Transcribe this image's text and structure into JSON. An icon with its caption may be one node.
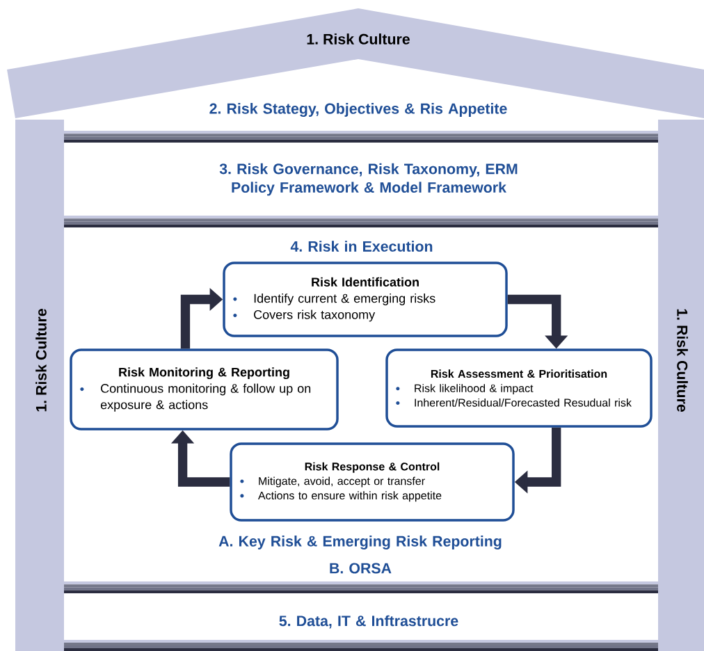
{
  "diagram": {
    "nodes": [
      {
        "text": [
          "1. Risk Culture"
        ]
      },
      {
        "text": [
          "1. Risk Culture"
        ]
      },
      {
        "text": [
          "1. Risk Culture"
        ]
      },
      {
        "text": [
          "Risk Identification",
          "Identify current & emerging risks",
          "Covers risk taxonomy"
        ]
      },
      {
        "text": [
          "Risk Monitoring & Reporting",
          "Continuous monitoring & follow up on exposure & actions"
        ]
      },
      {
        "text": [
          "Risk Assessment & Prioritisation",
          "Risk likelihood & impact",
          "Inherent/Residual/Forecasted Resudual risk"
        ]
      },
      {
        "text": [
          "Risk Response & Control",
          "Mitigate, avoid, accept or transfer",
          "Actions to ensure within risk appetite"
        ]
      }
    ],
    "edges": [
      {
        "from": 3,
        "to": 5,
        "arrow": "to"
      },
      {
        "from": 5,
        "to": 6,
        "arrow": "to"
      },
      {
        "from": 6,
        "to": 4,
        "arrow": "to"
      },
      {
        "from": 4,
        "to": 3,
        "arrow": "to"
      }
    ],
    "labels": [
      "2. Risk Stategy, Objectives & Ris Appetite",
      "3. Risk Governance, Risk Taxonomy, ERM Policy Framework & Model Framework",
      "4. Risk in Execution",
      "A. Key Risk & Emerging Risk Reporting",
      "B. ORSA",
      "5. Data, IT & Inftrastrucre"
    ]
  }
}
